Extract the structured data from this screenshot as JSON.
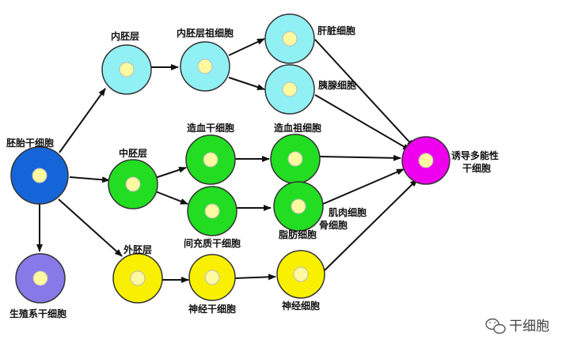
{
  "nodes": {
    "embryonic": {
      "label": "胚胎干细胞",
      "color": "#1565d8"
    },
    "germline": {
      "label": "生殖系干细胞",
      "color": "#8878e8"
    },
    "endoderm": {
      "label": "内胚层",
      "color": "#90f0f4"
    },
    "endo_progenitor": {
      "label": "内胚层祖细胞",
      "color": "#90f0f4"
    },
    "liver": {
      "label": "肝脏细胞",
      "color": "#90f0f4"
    },
    "pancreas": {
      "label": "胰腺细胞",
      "color": "#90f0f4"
    },
    "mesoderm": {
      "label": "中胚层",
      "color": "#22dd22"
    },
    "hsc": {
      "label": "造血干细胞",
      "color": "#22dd22"
    },
    "hpc": {
      "label": "造血祖细胞",
      "color": "#22dd22"
    },
    "msc": {
      "label": "间充质干细胞",
      "color": "#22dd22"
    },
    "fat": {
      "label": "脂肪细胞",
      "color": "#22dd22"
    },
    "muscle": {
      "label": "肌肉细胞"
    },
    "bone": {
      "label": "骨细胞"
    },
    "ectoderm": {
      "label": "外胚层",
      "color": "#f8f000"
    },
    "nsc": {
      "label": "神经干细胞",
      "color": "#f8f000"
    },
    "neuron": {
      "label": "神经细胞",
      "color": "#f8f000"
    },
    "ipsc": {
      "label_line1": "诱导多能性",
      "label_line2": "干细胞",
      "color": "#ee00ee"
    }
  },
  "nucleus_color": "#fdf9a0",
  "watermark": {
    "icon": "wechat-icon",
    "text": "干细胞"
  }
}
